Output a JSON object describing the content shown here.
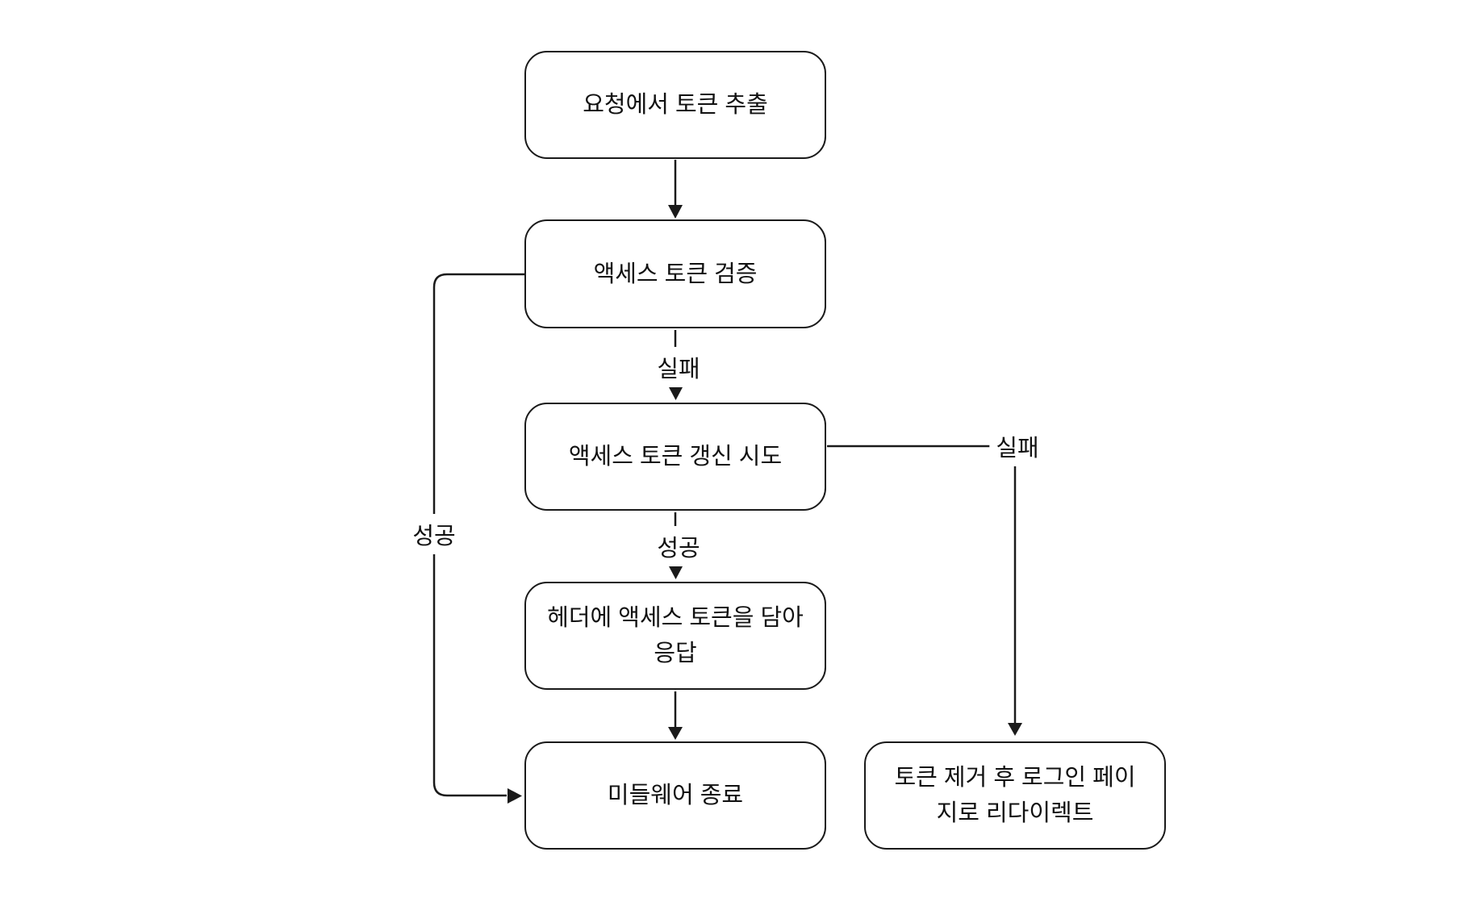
{
  "diagram": {
    "type": "flowchart",
    "direction": "top-down",
    "nodes": [
      {
        "id": "extract",
        "label": "요청에서 토큰 추출"
      },
      {
        "id": "verify",
        "label": "액세스 토큰 검증"
      },
      {
        "id": "refresh",
        "label": "액세스 토큰 갱신 시도"
      },
      {
        "id": "respond",
        "label": "헤더에 액세스 토큰을 담아 응답"
      },
      {
        "id": "end",
        "label": "미들웨어 종료"
      },
      {
        "id": "redirect",
        "label": "토큰 제거 후 로그인 페이지로 리다이렉트"
      }
    ],
    "edges": [
      {
        "from": "extract",
        "to": "verify",
        "label": ""
      },
      {
        "from": "verify",
        "to": "refresh",
        "label": "실패"
      },
      {
        "from": "refresh",
        "to": "respond",
        "label": "성공"
      },
      {
        "from": "respond",
        "to": "end",
        "label": ""
      },
      {
        "from": "verify",
        "to": "end",
        "label": "성공"
      },
      {
        "from": "refresh",
        "to": "redirect",
        "label": "실패"
      }
    ],
    "colors": {
      "line": "#1a1a1a",
      "node_border": "#1a1a1a",
      "node_fill": "#ffffff",
      "text": "#111111",
      "background": "#ffffff"
    }
  }
}
